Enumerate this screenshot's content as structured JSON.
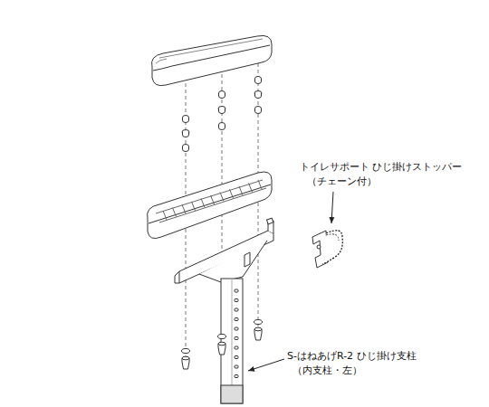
{
  "diagram": {
    "labels": [
      "トイレサポート ひじ掛けストッパー",
      "（チェーン付）",
      "S-はねあげR-2 ひじ掛け支柱",
      "（内支柱・左）"
    ]
  }
}
